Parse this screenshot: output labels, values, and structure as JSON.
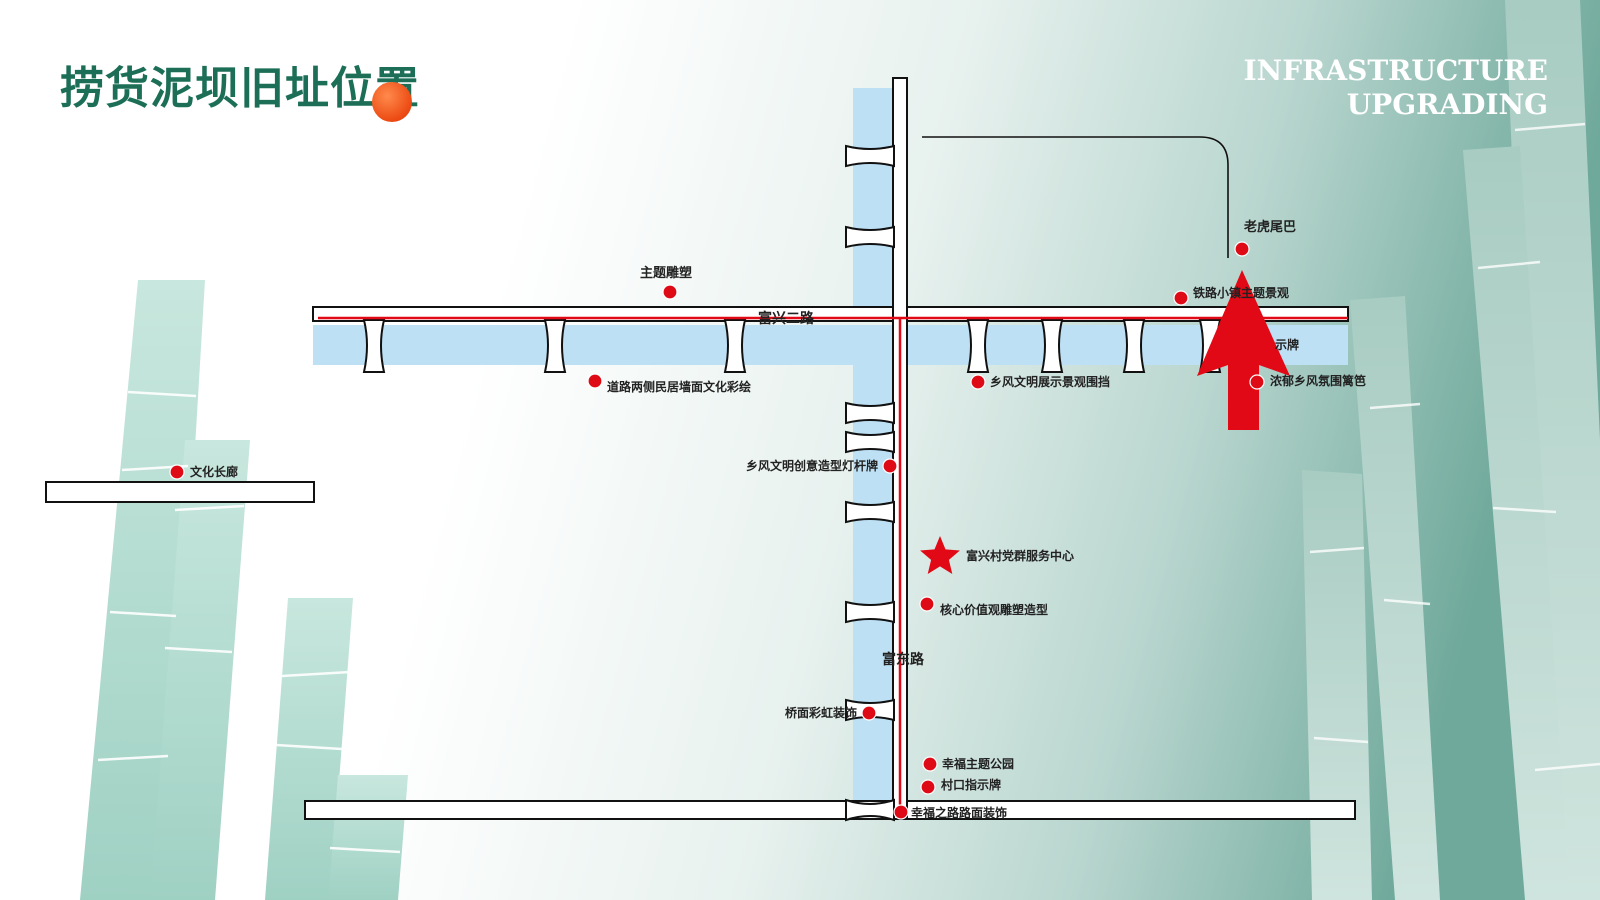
{
  "title": "捞货泥坝旧址位置",
  "subtitle_en": [
    "INFRASTRUCTURE",
    "UPGRADING"
  ],
  "roads": {
    "main": "富兴二路",
    "side": "富东路"
  },
  "poi": {
    "zhuti_diaosu": "主题雕塑",
    "laohu_weiba": "老虎尾巴",
    "tielu_xiaozhen": "铁路小镇主题景观",
    "shipai": "示牌",
    "daolu_caihui": "道路两侧民居墙面文化彩绘",
    "xiangfeng_zhanshi": "乡风文明展示景观围挡",
    "nongyu_lijuba": "浓郁乡风氛围篱笆",
    "wenhua_changlang": "文化长廊",
    "denggan_pai": "乡风文明创意造型灯杆牌",
    "dangqun_zhongxin": "富兴村党群服务中心",
    "hexin_jiazhi": "核心价值观雕塑造型",
    "qiaomian_caihong": "桥面彩虹装饰",
    "xingfu_gongyuan": "幸福主题公园",
    "cunkou_zhishipai": "村口指示牌",
    "xingfu_lumian": "幸福之路路面装饰"
  },
  "colors": {
    "title": "#1c6f56",
    "water": "#bde0f4",
    "route": "#e10915",
    "marker": "#de0a16",
    "bamboo": "#a9d8cb"
  }
}
